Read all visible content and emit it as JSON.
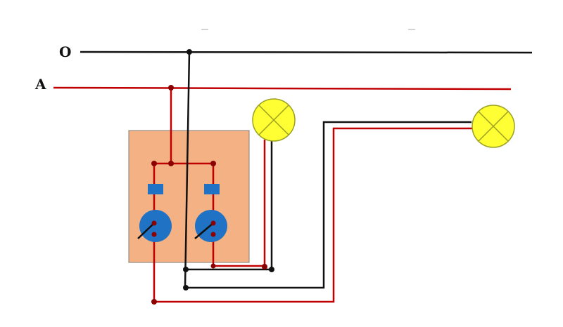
{
  "rails": {
    "neutral": {
      "label": "O",
      "color": "#111111"
    },
    "phase": {
      "label": "A",
      "color": "#c00000"
    }
  },
  "colors": {
    "panel_fill": "#f4b183",
    "panel_border": "#7f7f7f",
    "switch_blue": "#1f72c4",
    "lamp_fill": "#ffff33",
    "lamp_stroke": "#9aa020",
    "wire_red": "#c00000",
    "wire_black": "#111111",
    "node": "#8b0000"
  },
  "components": {
    "panel": "switch-panel",
    "switches": [
      "switch-1",
      "switch-2"
    ],
    "lamps": [
      "lamp-1",
      "lamp-2"
    ]
  }
}
